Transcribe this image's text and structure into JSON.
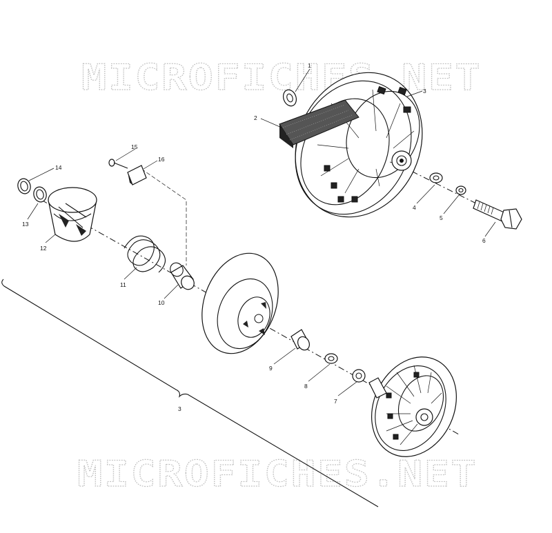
{
  "watermark": {
    "top_text": "MICROFICHES.NET",
    "bottom_text": "MICROFICHES.NET"
  },
  "callouts": [
    {
      "id": "1",
      "label": "1"
    },
    {
      "id": "2",
      "label": "2"
    },
    {
      "id": "3a",
      "label": "3"
    },
    {
      "id": "4",
      "label": "4"
    },
    {
      "id": "5",
      "label": "5"
    },
    {
      "id": "6",
      "label": "6"
    },
    {
      "id": "7",
      "label": "7"
    },
    {
      "id": "8",
      "label": "8"
    },
    {
      "id": "9",
      "label": "9"
    },
    {
      "id": "10",
      "label": "10"
    },
    {
      "id": "11",
      "label": "11"
    },
    {
      "id": "12",
      "label": "12"
    },
    {
      "id": "13",
      "label": "13"
    },
    {
      "id": "14",
      "label": "14"
    },
    {
      "id": "15",
      "label": "15"
    },
    {
      "id": "16",
      "label": "16"
    },
    {
      "id": "3b",
      "label": "3"
    }
  ]
}
